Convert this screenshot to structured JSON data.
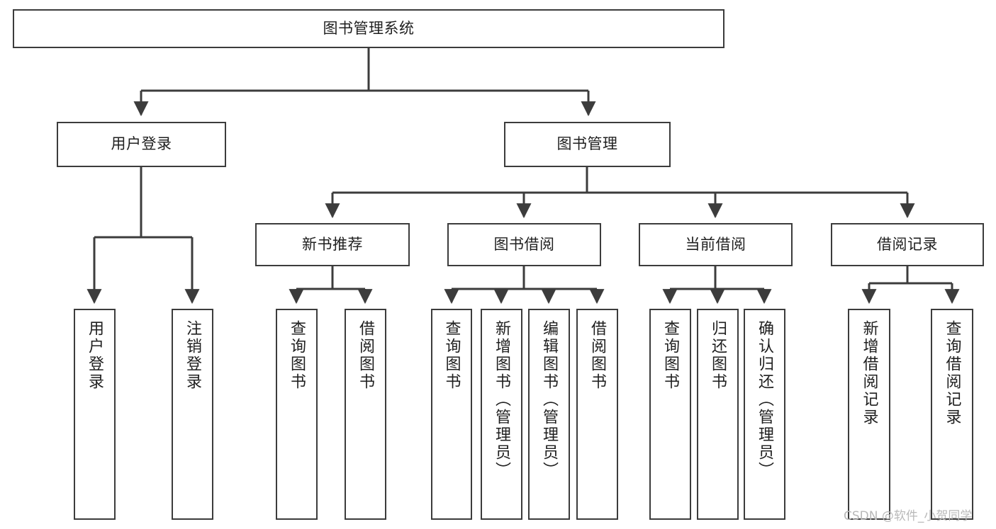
{
  "diagram": {
    "title": "图书管理系统",
    "background_color": "#ffffff",
    "line_color": "#3c3c3c",
    "box_border_color": "#3c3c3c",
    "box_fill_color": "#ffffff",
    "text_color": "#1f1f1f"
  },
  "root": {
    "label": "图书管理系统"
  },
  "level2": {
    "user_login": "用户登录",
    "book_manage": "图书管理"
  },
  "level3": {
    "new_book_recommend": "新书推荐",
    "book_borrow": "图书借阅",
    "current_borrow": "当前借阅",
    "borrow_record": "借阅记录"
  },
  "leaves": {
    "user_login": [
      "用户登录",
      "注销登录"
    ],
    "new_book_recommend": [
      "查询图书",
      "借阅图书"
    ],
    "book_borrow": [
      "查询图书",
      "新增图书（管理员）",
      "编辑图书（管理员）",
      "借阅图书"
    ],
    "current_borrow": [
      "查询图书",
      "归还图书",
      "确认归还（管理员）"
    ],
    "borrow_record": [
      "新增借阅记录",
      "查询借阅记录"
    ]
  },
  "watermark": {
    "text": "CSDN @软件_小贺同学",
    "color": "#b9b9b9"
  }
}
